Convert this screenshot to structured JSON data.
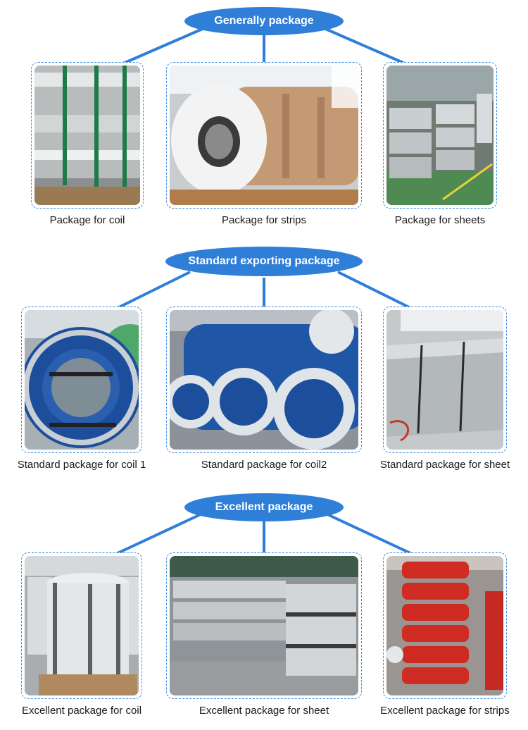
{
  "sections": [
    {
      "title": "Generally package",
      "items": [
        {
          "caption": "Package for coil",
          "image_icon": "bare-coil-photo"
        },
        {
          "caption": "Package for strips",
          "image_icon": "paper-wrapped-strips-photo"
        },
        {
          "caption": "Package for sheets",
          "image_icon": "sheet-stacks-photo"
        }
      ]
    },
    {
      "title": "Standard exporting package",
      "items": [
        {
          "caption": "Standard package for coil 1",
          "image_icon": "blue-wrapped-coil-photo"
        },
        {
          "caption": "Standard package for coil2",
          "image_icon": "blue-wrapped-coils-row-photo"
        },
        {
          "caption": "Standard package for sheet",
          "image_icon": "galvanized-sheet-bundle-photo"
        }
      ]
    },
    {
      "title": "Excellent package",
      "items": [
        {
          "caption": "Excellent package for coil",
          "image_icon": "steel-wrapped-coil-photo"
        },
        {
          "caption": "Excellent package for sheet",
          "image_icon": "crated-sheets-photo"
        },
        {
          "caption": "Excellent package for strips",
          "image_icon": "red-strip-stacks-photo"
        }
      ]
    }
  ],
  "colors": {
    "accent": "#2f7fd9",
    "frame_border": "#3f8fe0",
    "caption_text": "#1a1a1a"
  }
}
